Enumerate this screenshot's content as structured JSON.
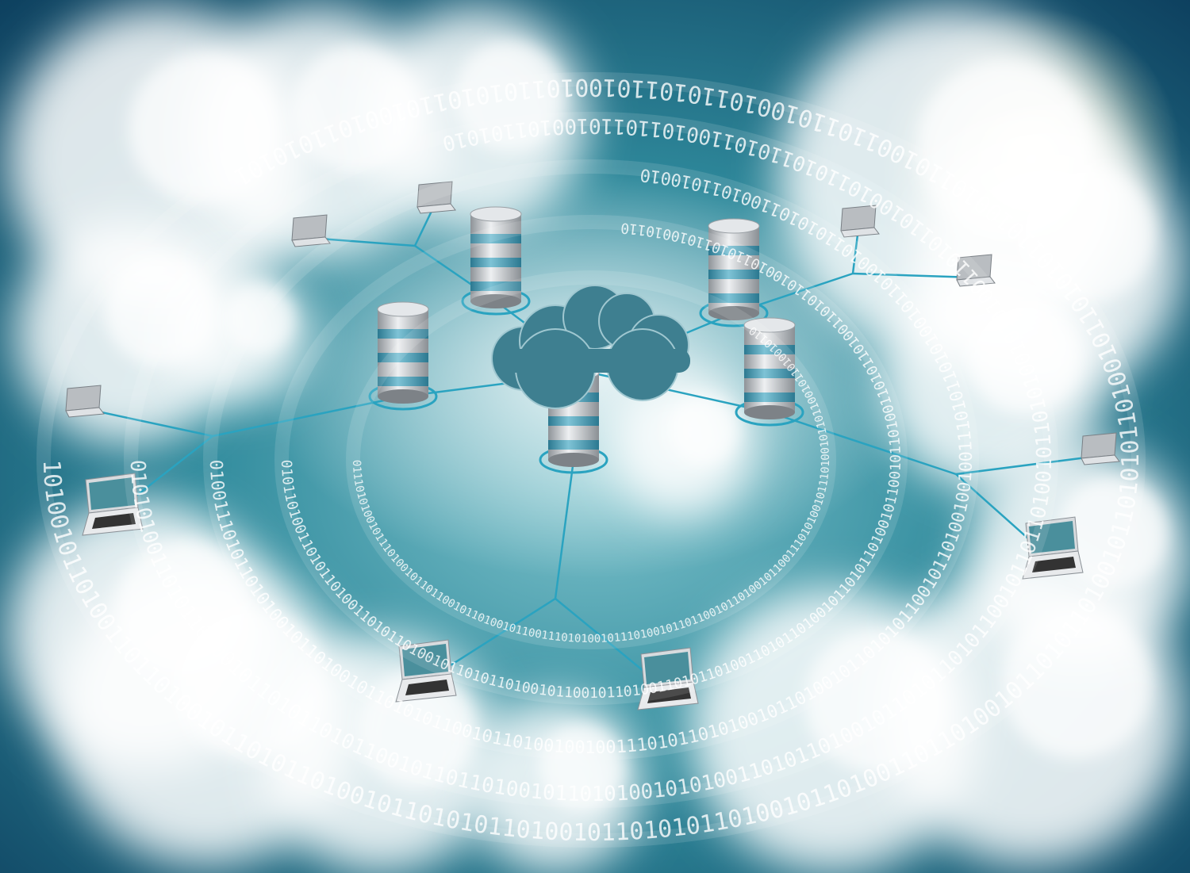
{
  "scene": {
    "subject": "cloud-network",
    "colors": {
      "sky_dark": "#0f4a66",
      "sky_teal": "#3a9aa5",
      "cloud_white": "#ffffff",
      "link_line": "#2aa3c0",
      "server_band": "#4a9db5",
      "server_metal": "#c9ccd0",
      "central_cloud": "#3e7f90",
      "glow_yellow": "#fff6c8"
    },
    "binary_rings": [
      "01110101001011101001011011001011010010110",
      "0101101001101011010011010110100101101011010010110",
      "0100111010110101001011010010110101011001011010010",
      "0101010011010110100101101011010110010110110100101101010",
      "101001011010011011010010110101101001011010101101001011010101"
    ],
    "servers": 5,
    "laptops": 10
  }
}
